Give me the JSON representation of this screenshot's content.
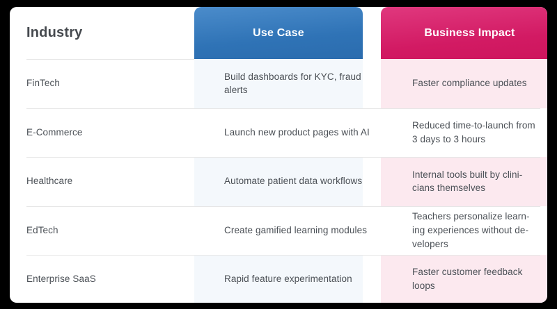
{
  "theme": {
    "page_background": "#000000",
    "card_background": "#ffffff",
    "use_case_accent": "#2f73b6",
    "business_impact_accent": "#d21a63",
    "use_case_tint": "#f4f8fc",
    "business_impact_tint": "#fce9ef",
    "divider_color": "#e6e6e6",
    "body_text_color": "#4a4f55",
    "header_text_color": "#45494e"
  },
  "table": {
    "columns": [
      {
        "key": "industry",
        "label": "Industry",
        "style": "plain"
      },
      {
        "key": "use_case",
        "label": "Use Case",
        "style": "tab-blue"
      },
      {
        "key": "business_impact",
        "label": "Business Impact",
        "style": "tab-pink"
      }
    ],
    "rows": [
      {
        "industry": "FinTech",
        "use_case": "Build dashboards for KYC, fraud alerts",
        "business_impact": "Faster compliance updates",
        "tinted": true
      },
      {
        "industry": "E-Commerce",
        "use_case": "Launch new product pages with AI",
        "business_impact": "Reduced time-to-launch from 3 days to 3 hours",
        "tinted": false
      },
      {
        "industry": "Healthcare",
        "use_case": "Automate patient data workflows",
        "business_impact": "Internal tools built by clini-cians themselves",
        "tinted": true
      },
      {
        "industry": "EdTech",
        "use_case": "Create gamified learning modules",
        "business_impact": "Teachers personalize learn-ing experiences without de-velopers",
        "tinted": false
      },
      {
        "industry": "Enterprise SaaS",
        "use_case": "Rapid feature experimentation",
        "business_impact": "Faster customer feedback loops",
        "tinted": true
      }
    ]
  }
}
